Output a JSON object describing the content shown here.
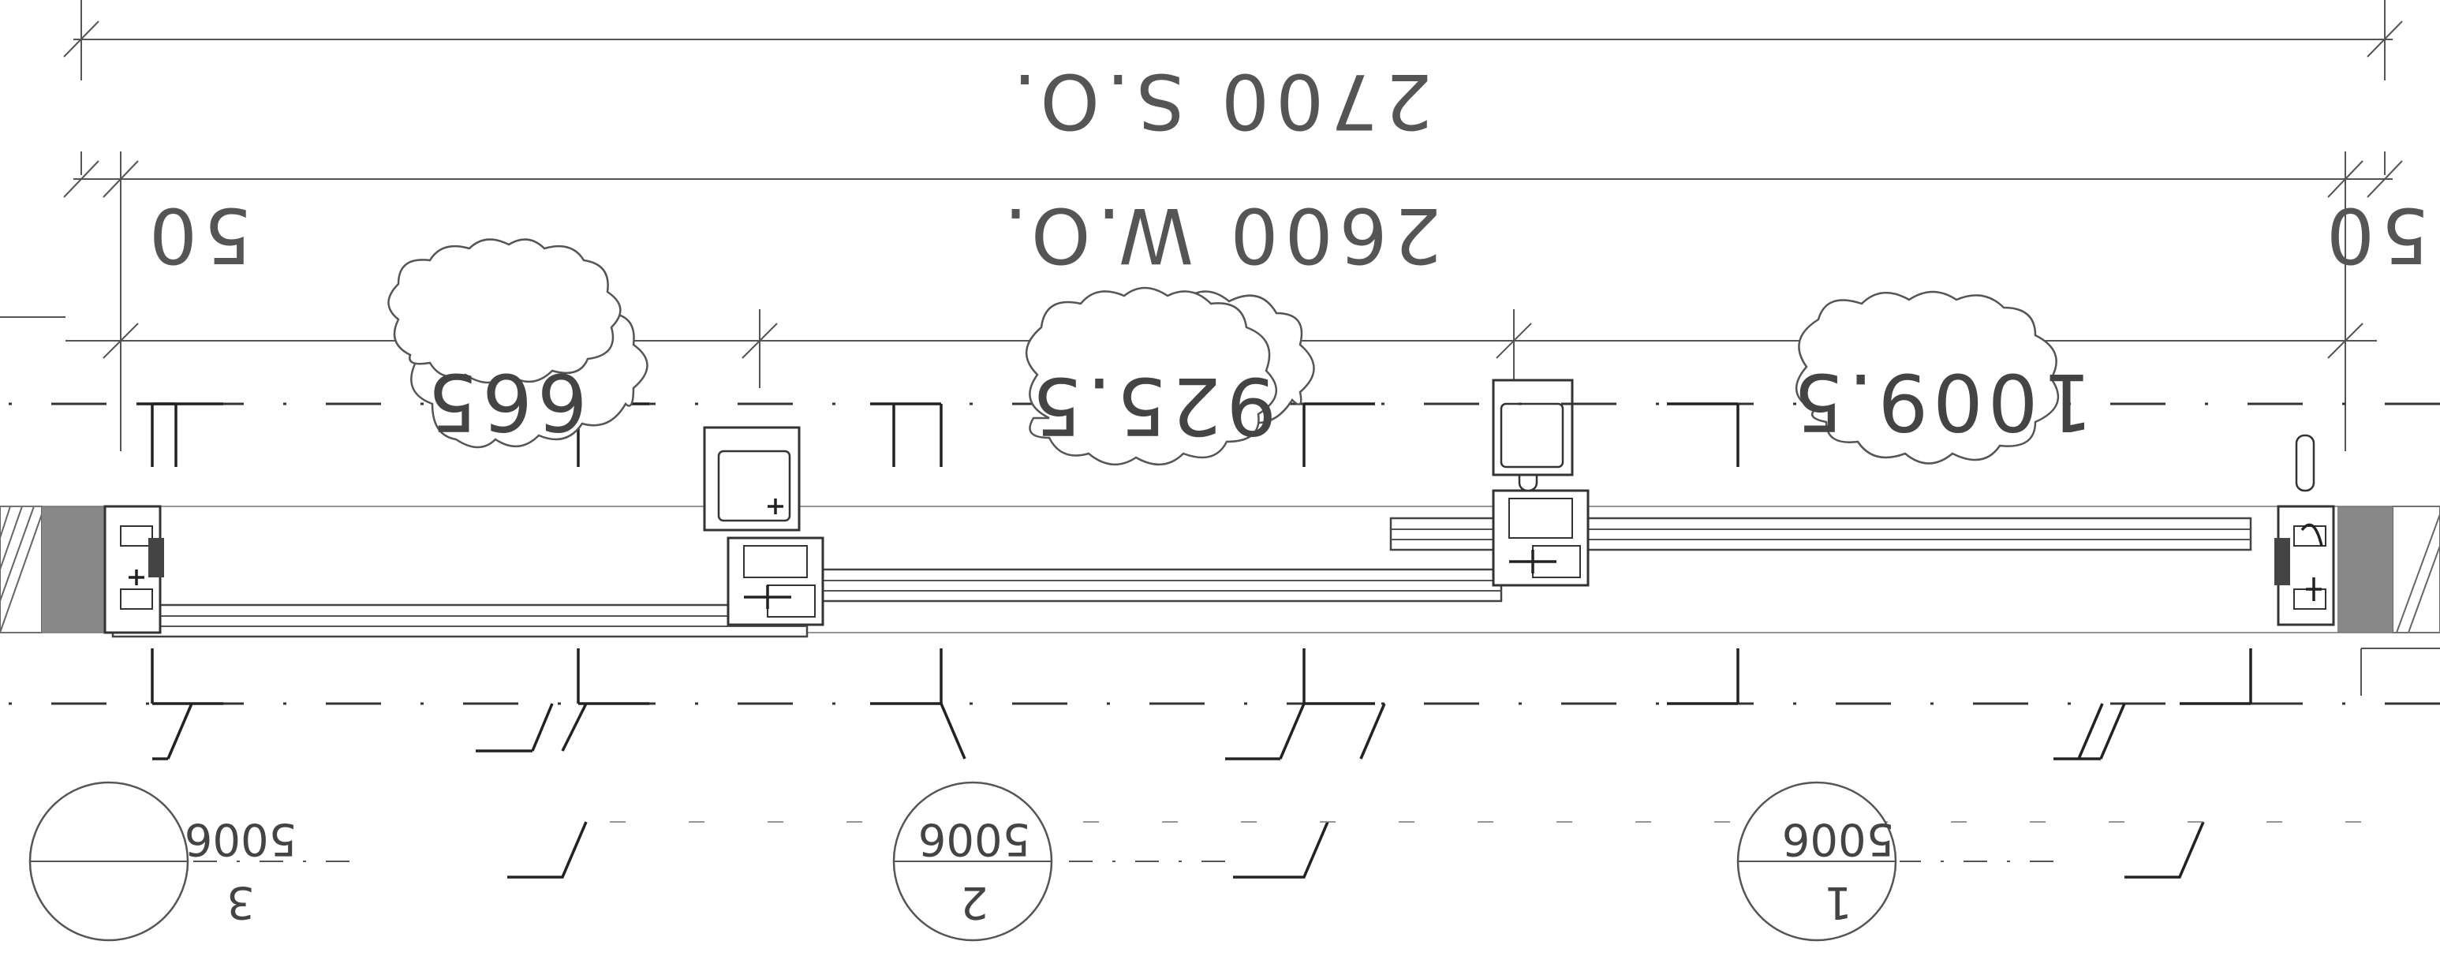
{
  "dimensions": {
    "overall": "2700 S.O.",
    "inner": "2600 W.O.",
    "left_margin": "50",
    "right_margin": "50"
  },
  "panels": [
    {
      "width": "665",
      "sheet": "5006",
      "detail": "3"
    },
    {
      "width": "925.5",
      "sheet": "5006",
      "detail": "2"
    },
    {
      "width": "1009.5",
      "sheet": "5006",
      "detail": "1"
    }
  ]
}
